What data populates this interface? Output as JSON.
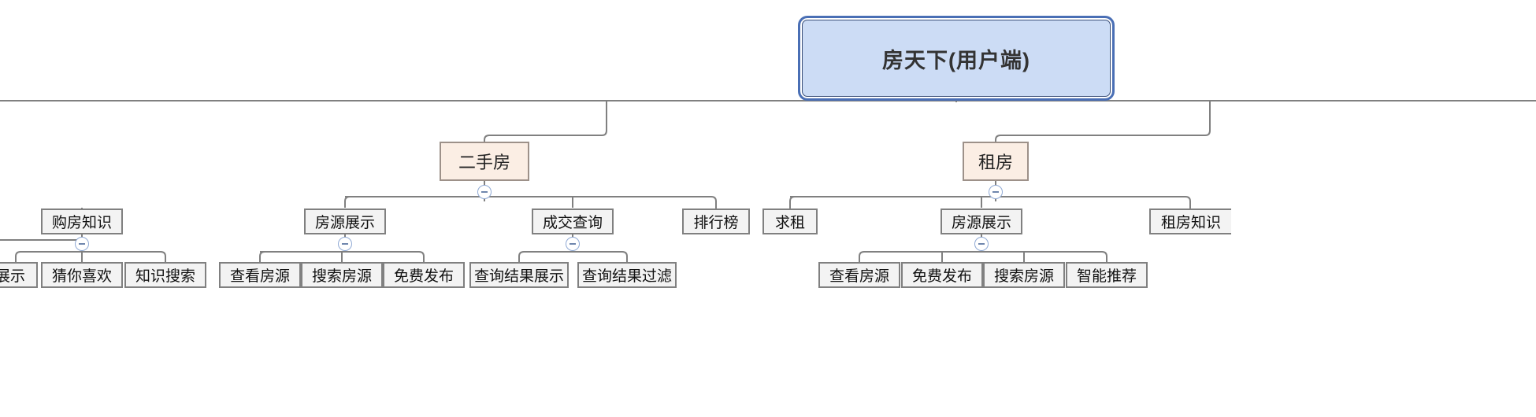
{
  "diagram": {
    "type": "mind-map-tree",
    "orientation": "top-down",
    "title": "房天下(用户端)",
    "colors": {
      "root_fill": "#ccdcf5",
      "root_border": "#4a6fb5",
      "level2_fill": "#fbeee4",
      "level2_border": "#9d9189",
      "node_fill": "#f3f3f3",
      "node_border": "#808080",
      "connector": "#808080",
      "toggle_border": "#8fa9d4",
      "canvas": "#ffffff"
    },
    "toggle_glyph": "minus"
  },
  "nodes": {
    "root": {
      "label": "房天下(用户端)"
    },
    "level2": [
      {
        "id": "ershoufang",
        "label": "二手房",
        "collapsible": true
      },
      {
        "id": "zufang",
        "label": "租房",
        "collapsible": true
      }
    ],
    "level3": [
      {
        "id": "goufangzhishi",
        "label": "购房知识",
        "collapsible": true,
        "parent": "clipped-left"
      },
      {
        "id": "fangyuanzhanshi-1",
        "label": "房源展示",
        "collapsible": true,
        "parent": "ershoufang"
      },
      {
        "id": "chengjiaochaxun",
        "label": "成交查询",
        "collapsible": true,
        "parent": "ershoufang"
      },
      {
        "id": "paihangbang",
        "label": "排行榜",
        "collapsible": false,
        "parent": "ershoufang"
      },
      {
        "id": "qiuzu",
        "label": "求租",
        "collapsible": false,
        "parent": "zufang"
      },
      {
        "id": "fangyuanzhanshi-2",
        "label": "房源展示",
        "collapsible": true,
        "parent": "zufang"
      },
      {
        "id": "zufangzhishi",
        "label": "租房知识",
        "collapsible": false,
        "parent": "zufang",
        "clipped": "right"
      }
    ],
    "level4": [
      {
        "id": "zhanshi",
        "label": "展示",
        "parent": "goufangzhishi",
        "clipped": "left"
      },
      {
        "id": "cainixihuan",
        "label": "猜你喜欢",
        "parent": "goufangzhishi"
      },
      {
        "id": "zhishisousuo",
        "label": "知识搜索",
        "parent": "goufangzhishi"
      },
      {
        "id": "chakanfangyuan-1",
        "label": "查看房源",
        "parent": "fangyuanzhanshi-1"
      },
      {
        "id": "sousuofangyuan-1",
        "label": "搜索房源",
        "parent": "fangyuanzhanshi-1"
      },
      {
        "id": "mianfeifabu-1",
        "label": "免费发布",
        "parent": "fangyuanzhanshi-1"
      },
      {
        "id": "chaxunjieguozhanshi",
        "label": "查询结果展示",
        "parent": "chengjiaochaxun"
      },
      {
        "id": "chaxunjieguoguolv",
        "label": "查询结果过滤",
        "parent": "chengjiaochaxun"
      },
      {
        "id": "chakanfangyuan-2",
        "label": "查看房源",
        "parent": "fangyuanzhanshi-2"
      },
      {
        "id": "mianfeifabu-2",
        "label": "免费发布",
        "parent": "fangyuanzhanshi-2"
      },
      {
        "id": "sousuofangyuan-2",
        "label": "搜索房源",
        "parent": "fangyuanzhanshi-2"
      },
      {
        "id": "zhinengtuijian",
        "label": "智能推荐",
        "parent": "fangyuanzhanshi-2"
      }
    ]
  }
}
